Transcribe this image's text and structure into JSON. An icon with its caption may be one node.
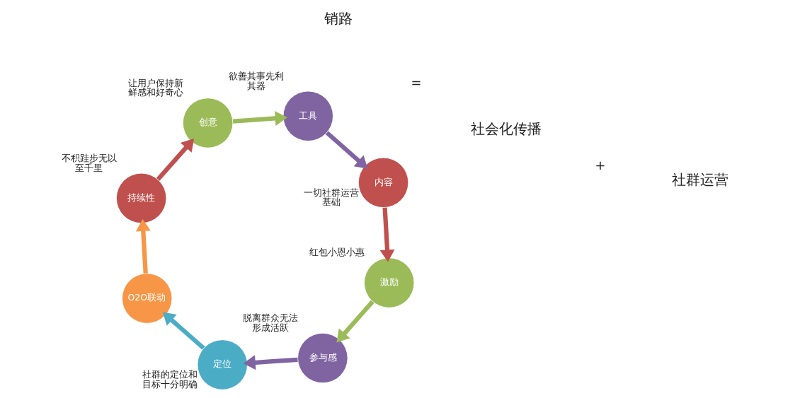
{
  "diagram": {
    "nodes": [
      {
        "text": [
          "内容"
        ],
        "beside": [
          "一切社群运营基础"
        ]
      },
      {
        "text": [
          "激励"
        ],
        "beside": [
          "红包小恩小惠"
        ]
      },
      {
        "text": [
          "参与感"
        ],
        "beside": [
          "脱离群众无法形成活跃"
        ]
      },
      {
        "text": [
          "定位"
        ],
        "beside": [
          "社群的定位和目标十分明确"
        ]
      },
      {
        "text": [
          "O2O联动"
        ]
      },
      {
        "text": [
          "持续性"
        ],
        "beside": [
          "不积跬步无以至千里"
        ]
      },
      {
        "text": [
          "创意"
        ],
        "beside": [
          "让用户保持新鲜感和好奇心"
        ]
      },
      {
        "text": [
          "工具"
        ],
        "beside": [
          "欲善其事先利其器"
        ]
      }
    ],
    "edges": [
      {
        "from": 0,
        "to": 1,
        "arrow": "to",
        "color": "#c0504d"
      },
      {
        "from": 1,
        "to": 2,
        "arrow": "to",
        "color": "#9bbb59"
      },
      {
        "from": 2,
        "to": 3,
        "arrow": "to",
        "color": "#8064a2"
      },
      {
        "from": 3,
        "to": 4,
        "arrow": "to",
        "color": "#4bacc6"
      },
      {
        "from": 4,
        "to": 5,
        "arrow": "to",
        "color": "#f79646"
      },
      {
        "from": 5,
        "to": 6,
        "arrow": "to",
        "color": "#c0504d"
      },
      {
        "from": 6,
        "to": 7,
        "arrow": "to",
        "color": "#9bbb59"
      },
      {
        "from": 7,
        "to": 0,
        "arrow": "to",
        "color": "#8064a2"
      }
    ],
    "labels": [
      "社群运营",
      "+",
      "社会化传播",
      "=",
      "销路"
    ]
  }
}
